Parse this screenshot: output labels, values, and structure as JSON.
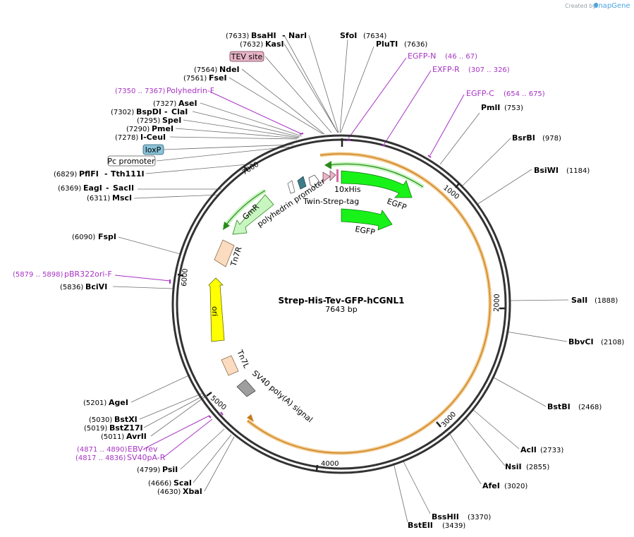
{
  "branding": {
    "created_by": "Created by",
    "app": "SnapGene"
  },
  "plasmid": {
    "name": "Strep-His-Tev-GFP-hCGNL1",
    "size_label": "7643 bp",
    "length": 7643
  },
  "ticks": [
    "1000",
    "2000",
    "3000",
    "4000",
    "5000",
    "6000",
    "7000"
  ],
  "left_sites": [
    {
      "pos": "(7633)",
      "name": "BsaHI",
      "extra": "NarI"
    },
    {
      "pos": "(7632)",
      "name": "KasI"
    },
    {
      "pos": "(7564)",
      "name": "NdeI"
    },
    {
      "pos": "(7561)",
      "name": "FseI"
    },
    {
      "pos": "(7327)",
      "name": "AseI"
    },
    {
      "pos": "(7302)",
      "name": "BspDI",
      "extra": "ClaI"
    },
    {
      "pos": "(7295)",
      "name": "SpeI"
    },
    {
      "pos": "(7290)",
      "name": "PmeI"
    },
    {
      "pos": "(7278)",
      "name": "I-CeuI"
    },
    {
      "pos": "(6829)",
      "name": "PflFI",
      "extra": "Tth111I"
    },
    {
      "pos": "(6369)",
      "name": "EagI",
      "extra": "SacII"
    },
    {
      "pos": "(6311)",
      "name": "MscI"
    },
    {
      "pos": "(6090)",
      "name": "FspI"
    },
    {
      "pos": "(5836)",
      "name": "BciVI"
    },
    {
      "pos": "(5201)",
      "name": "AgeI"
    },
    {
      "pos": "(5030)",
      "name": "BstXI"
    },
    {
      "pos": "(5019)",
      "name": "BstZ17I"
    },
    {
      "pos": "(5011)",
      "name": "AvrII"
    },
    {
      "pos": "(4799)",
      "name": "PsiI"
    },
    {
      "pos": "(4666)",
      "name": "ScaI"
    },
    {
      "pos": "(4630)",
      "name": "XbaI"
    }
  ],
  "right_sites": [
    {
      "name": "SfoI",
      "pos": "(7634)"
    },
    {
      "name": "PluTI",
      "pos": "(7636)"
    },
    {
      "name": "PmlI",
      "pos": "(753)"
    },
    {
      "name": "BsrBI",
      "pos": "(978)"
    },
    {
      "name": "BsiWI",
      "pos": "(1184)"
    },
    {
      "name": "SalI",
      "pos": "(1888)"
    },
    {
      "name": "BbvCI",
      "pos": "(2108)"
    },
    {
      "name": "BstBI",
      "pos": "(2468)"
    },
    {
      "name": "AclI",
      "pos": "(2733)"
    },
    {
      "name": "NsiI",
      "pos": "(2855)"
    },
    {
      "name": "AfeI",
      "pos": "(3020)"
    },
    {
      "name": "BssHII",
      "pos": "(3370)"
    },
    {
      "name": "BstEII",
      "pos": "(3439)"
    }
  ],
  "primers": [
    {
      "name": "EGFP-N",
      "range": "(46 .. 67)"
    },
    {
      "name": "EXFP-R",
      "range": "(307 .. 326)"
    },
    {
      "name": "EGFP-C",
      "range": "(654 .. 675)"
    },
    {
      "name": "Polyhedrin-F",
      "range": "(7350 .. 7367)"
    },
    {
      "name": "pBR322ori-F",
      "range": "(5879 .. 5898)"
    },
    {
      "name": "EBV-rev",
      "range": "(4871 .. 4890)"
    },
    {
      "name": "SV40pA-R",
      "range": "(4817 .. 4836)"
    }
  ],
  "boxed_features": {
    "tev": "TEV site",
    "loxp": "loxP",
    "pc": "Pc promoter"
  },
  "features": {
    "his": "10xHis",
    "strep": "Twin-Strep-tag",
    "egfp1": "EGFP",
    "egfp2": "EGFP",
    "polyhedrin": "polyhedrin promoter",
    "gmr": "GmR",
    "tn7r": "Tn7R",
    "ori": "ori",
    "tn7l": "Tn7L",
    "sv40": "SV40 poly(A) signal"
  },
  "colors": {
    "egfp": "#19f219",
    "gmr": "#c8f5c0",
    "tn": "#fbdcc0",
    "ori": "#ffff00",
    "orf": "#f2c98a",
    "orf_arrow": "#c67a1a",
    "primer": "#a733c4",
    "tev": "#e8b4c8",
    "loxp": "#89c2d9",
    "sv40": "#9e9e9e"
  }
}
